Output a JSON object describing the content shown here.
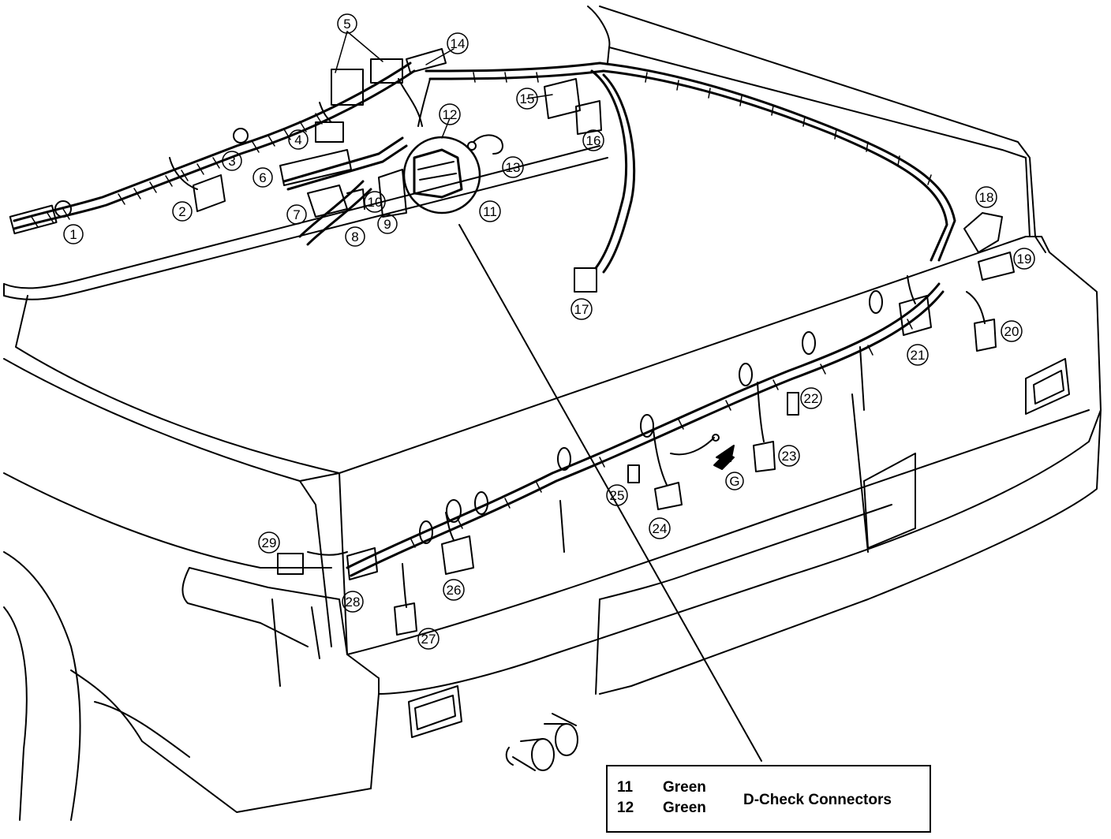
{
  "callouts": [
    {
      "id": "c1",
      "label": "1"
    },
    {
      "id": "c2",
      "label": "2"
    },
    {
      "id": "c3",
      "label": "3"
    },
    {
      "id": "c4",
      "label": "4"
    },
    {
      "id": "c5",
      "label": "5"
    },
    {
      "id": "c6",
      "label": "6"
    },
    {
      "id": "c7",
      "label": "7"
    },
    {
      "id": "c8",
      "label": "8"
    },
    {
      "id": "c9",
      "label": "9"
    },
    {
      "id": "c10",
      "label": "10"
    },
    {
      "id": "c11",
      "label": "11"
    },
    {
      "id": "c12",
      "label": "12"
    },
    {
      "id": "c13",
      "label": "13"
    },
    {
      "id": "c14",
      "label": "14"
    },
    {
      "id": "c15",
      "label": "15"
    },
    {
      "id": "c16",
      "label": "16"
    },
    {
      "id": "c17",
      "label": "17"
    },
    {
      "id": "c18",
      "label": "18"
    },
    {
      "id": "c19",
      "label": "19"
    },
    {
      "id": "c20",
      "label": "20"
    },
    {
      "id": "c21",
      "label": "21"
    },
    {
      "id": "c22",
      "label": "22"
    },
    {
      "id": "c23",
      "label": "23"
    },
    {
      "id": "c24",
      "label": "24"
    },
    {
      "id": "c25",
      "label": "25"
    },
    {
      "id": "c26",
      "label": "26"
    },
    {
      "id": "c27",
      "label": "27"
    },
    {
      "id": "c28",
      "label": "28"
    },
    {
      "id": "c29",
      "label": "29"
    },
    {
      "id": "cG",
      "label": "G"
    }
  ],
  "legend": {
    "rows": [
      {
        "number": "11",
        "color": "Green"
      },
      {
        "number": "12",
        "color": "Green"
      }
    ],
    "title": "D-Check Connectors"
  }
}
